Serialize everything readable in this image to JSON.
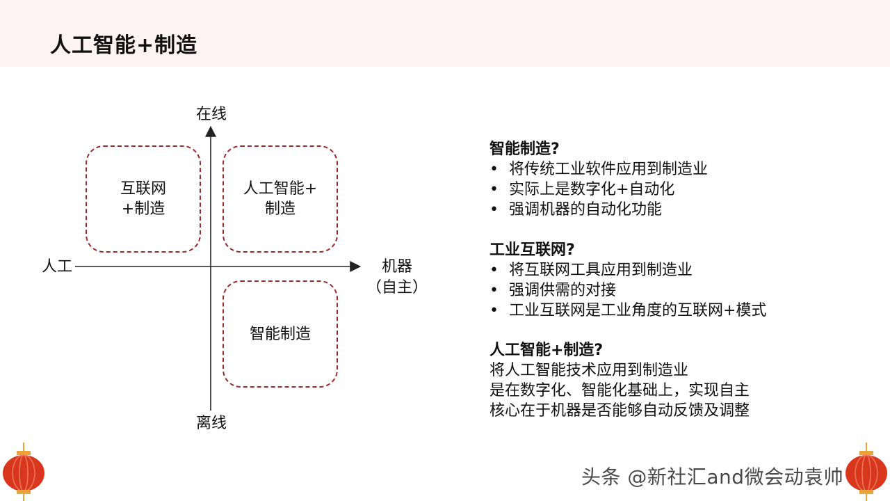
{
  "slide": {
    "title": "人工智能+制造"
  },
  "diagram": {
    "axis_top": "在线",
    "axis_bottom": "离线",
    "axis_left": "人工",
    "axis_right_line1": "机器",
    "axis_right_line2": "（自主）",
    "quadrant_top_left": [
      "互联网",
      "+制造"
    ],
    "quadrant_top_right": [
      "人工智能+",
      "制造"
    ],
    "quadrant_bottom_right": [
      "智能制造"
    ]
  },
  "sections": [
    {
      "title": "智能制造?",
      "bullets": [
        "将传统工业软件应用到制造业",
        "实际上是数字化+自动化",
        "强调机器的自动化功能"
      ]
    },
    {
      "title": "工业互联网?",
      "bullets": [
        "将互联网工具应用到制造业",
        "强调供需的对接",
        "工业互联网是工业角度的互联网+模式"
      ]
    },
    {
      "title": "人工智能+制造?",
      "lines": [
        "将人工智能技术应用到制造业",
        "是在数字化、智能化基础上，实现自主",
        "核心在于机器是否能够自动反馈及调整"
      ]
    }
  ],
  "bullet_symbol": "•",
  "watermark": "头条 @新社汇and微会动袁帅",
  "colors": {
    "header_bg": "#fcf3f2",
    "dash_border": "#9b2b2b",
    "lantern_red": "#d9361e",
    "lantern_gold": "#e8a33b"
  }
}
